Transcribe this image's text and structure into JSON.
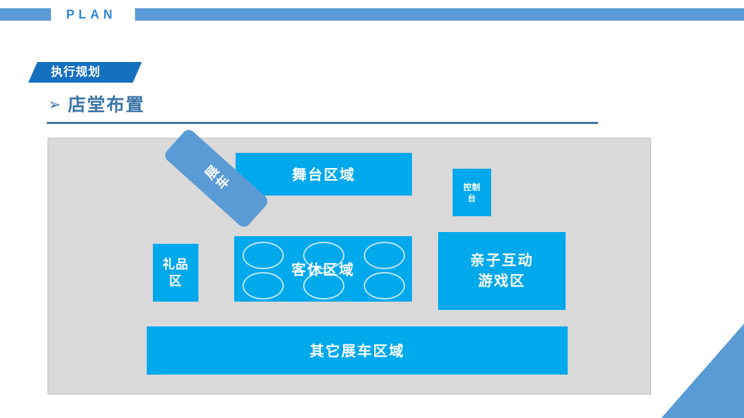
{
  "header": {
    "plan_label": "PLAN",
    "bar_color": "#5B9BD5",
    "text_color": "#2E86D4"
  },
  "section_tag": {
    "label": "执行规划",
    "background": "#1570C0",
    "text_color": "#FFFFFF"
  },
  "subheading": {
    "bullet": "➢",
    "label": "店堂布置",
    "color": "#3A74A8"
  },
  "floorplan": {
    "panel_background": "#D9D9D9",
    "panel_border": "#BFBFBF",
    "zone_color": "#00A8EC",
    "vehicle_color": "#5B9BD5",
    "ellipse_stroke": "#BFE8FA",
    "zones": [
      {
        "id": "stage",
        "label": "舞台区域"
      },
      {
        "id": "control",
        "label": "控制\n台"
      },
      {
        "id": "vehicle",
        "label": "展车"
      },
      {
        "id": "gift",
        "label": "礼品\n区"
      },
      {
        "id": "lounge",
        "label": "客休区域",
        "tables": 6
      },
      {
        "id": "game",
        "label": "亲子互动\n游戏区"
      },
      {
        "id": "othercars",
        "label": "其它展车区域"
      }
    ]
  },
  "decoration": {
    "corner_band_color": "#5B9BD5"
  }
}
